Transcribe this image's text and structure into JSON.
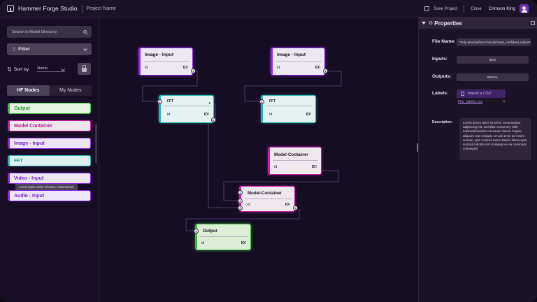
{
  "topbar": {
    "app_title": "Hammer Forge Studio",
    "project_name": "Project Name",
    "save_label": "Save Project",
    "close_label": "Close",
    "user_name": "Crimson King"
  },
  "sidebar": {
    "search_placeholder": "Search in Model Directory",
    "filter_label": "Filter",
    "sort_label": "Sort by",
    "sort_value": "Name",
    "tabs": [
      {
        "label": "HF Nodes",
        "active": true
      },
      {
        "label": "My Nodes",
        "active": false
      }
    ],
    "nodes": [
      {
        "label": "Output",
        "color": "#3eb83e"
      },
      {
        "label": "Model Container",
        "color": "#cc1fa8"
      },
      {
        "label": "Image - Input",
        "color": "#8a2be2"
      },
      {
        "label": "FFT",
        "color": "#2ab6b6"
      },
      {
        "label": "Video - Input",
        "color": "#8a2be2"
      },
      {
        "label": "Audio - Input",
        "color": "#8a2be2"
      }
    ],
    "tooltip": "Lorem ipsum dolor sit amet, consectetuer"
  },
  "canvas": {
    "image_input_1": {
      "title": "Image - Input",
      "row_left": "id",
      "row_right": "ID!",
      "port": "1"
    },
    "image_input_2": {
      "title": "Image - Input",
      "row_left": "id",
      "row_right": "ID!",
      "port": "1"
    },
    "fft_1": {
      "title": "FFT",
      "row_left": "id",
      "row_right": "ID!",
      "port_in": "1",
      "out1": "1",
      "out2": "2"
    },
    "fft_2": {
      "title": "FFT",
      "row_left": "id",
      "row_right": "ID!",
      "port_in": "1"
    },
    "model_container_1": {
      "title": "Model-Container",
      "row_left": "id",
      "row_right": "ID!"
    },
    "model_container_2": {
      "title": "Model-Container",
      "row_left": "id",
      "row_right": "ID!",
      "in1": "1",
      "in2": "2",
      "in3": "3",
      "out": "1"
    },
    "output": {
      "title": "Output",
      "row_left": "id",
      "row_right": "ID!",
      "port_in": "1"
    }
  },
  "properties": {
    "title": "Properties",
    "file_name_label": "File Name:",
    "file_name_value": "\"holy-amunwiforce-blocks/roast_confident_indicer\"",
    "inputs_label": "Inputs:",
    "inputs_value": "label",
    "outputs_label": "Outputs:",
    "outputs_value": "SERIAL",
    "labels_label": "Labels:",
    "import_label": "Import a CSV",
    "file_link": "File_labels.csv",
    "file_remove": "×",
    "description_label": "Description:",
    "description_text": "Lorem ipsum dolor sit amet, consectetuer adipiscing elit, sed diam nonummy nibh euismod tincidunt ut laoreet dolore magna aliquam erat volutpat. Ut wisi enim ad minim veniam, quis nostrud exerci tation ullamcorper suscipit lobortis nisl ut aliquip ex ea commodo consequat."
  },
  "colors": {
    "accent": "#8a2be2",
    "model": "#cc1fa8",
    "fft": "#2ab6b6",
    "output": "#3eb83e"
  }
}
